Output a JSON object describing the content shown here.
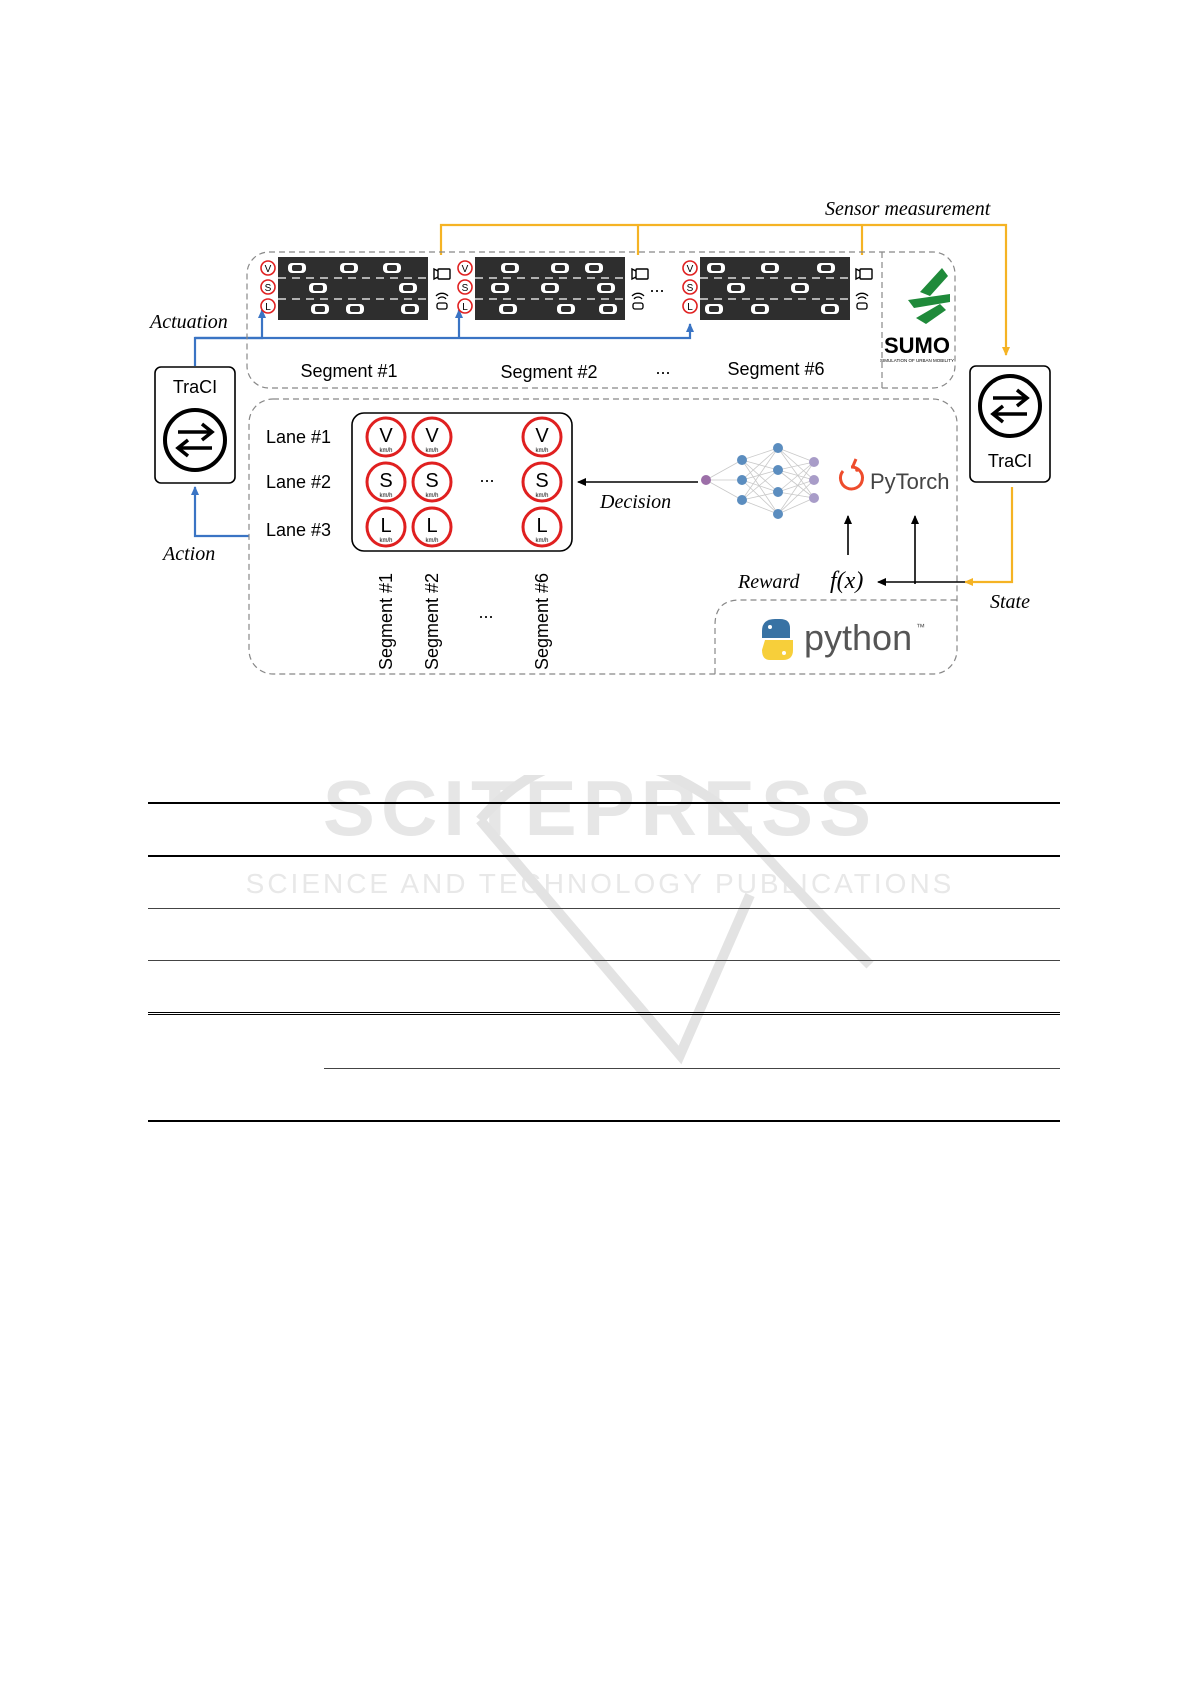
{
  "labels": {
    "sensor_measurement": "Sensor measurement",
    "actuation": "Actuation",
    "action": "Action",
    "decision": "Decision",
    "reward": "Reward",
    "state": "State",
    "fx": "f(x)",
    "ellipsis": "..."
  },
  "segments": [
    "Segment #1",
    "Segment #2",
    "Segment #6"
  ],
  "lanes": [
    "Lane #1",
    "Lane #2",
    "Lane #3"
  ],
  "signs": {
    "v": "V",
    "s": "S",
    "l": "L",
    "unit": "km/h"
  },
  "traci": {
    "left": "TraCI",
    "right": "TraCI"
  },
  "logos": {
    "sumo": "SUMO",
    "sumo_tagline": "SIMULATION OF URBAN MOBILITY",
    "pytorch": "PyTorch",
    "python": "python",
    "python_tm": "™"
  },
  "watermark": {
    "title": "SCITEPRESS",
    "subtitle": "SCIENCE AND TECHNOLOGY PUBLICATIONS"
  },
  "colors": {
    "sensor_line": "#f5b324",
    "action_line": "#3a74c4",
    "sign_ring": "#e02020",
    "road": "#2e2e2e",
    "nn_blue": "#5b8dbf",
    "nn_purple": "#a89cc8",
    "pytorch": "#ee4c2c",
    "sumo_green": "#1f8a3a"
  }
}
